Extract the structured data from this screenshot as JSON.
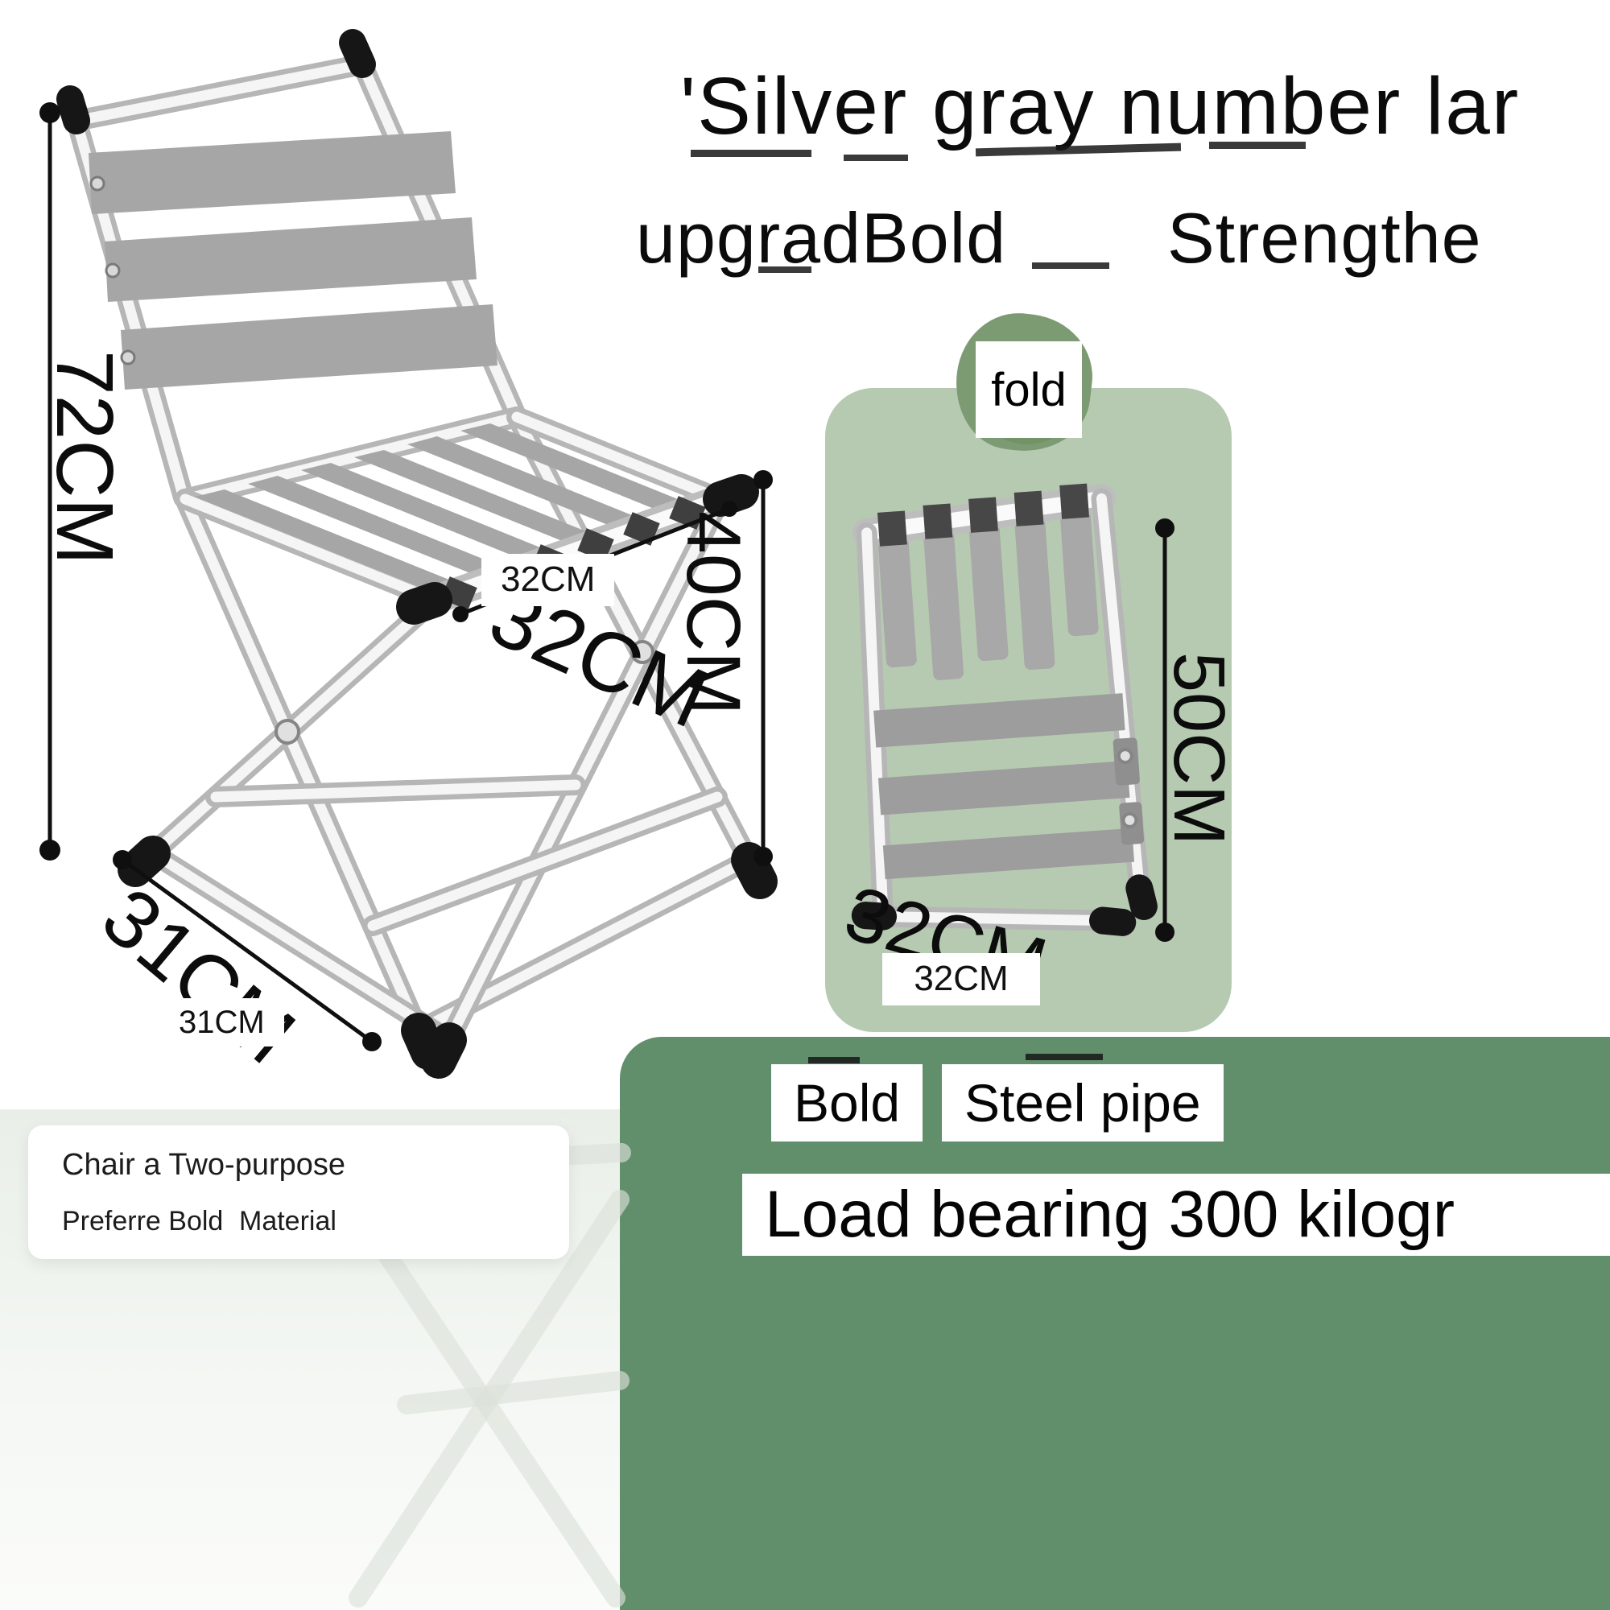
{
  "heading": {
    "line1": "'Silver gray number lar",
    "line2_left": "upgradBold",
    "line2_right": "Strengthe"
  },
  "main_chair": {
    "height": "72CM",
    "width_big": "32CM",
    "width_label": "32CM",
    "seat_height": "40CM",
    "depth_big": "31CM",
    "depth_label": "31CM"
  },
  "folded_chair": {
    "badge": "fold",
    "height": "50CM",
    "width_big": "32CM",
    "width_label": "32CM"
  },
  "specs": {
    "bold": "Bold",
    "pipe": "Steel pipe",
    "load": "Load bearing 300 kilogr"
  },
  "features": {
    "line1": "Chair a Two-purpose",
    "line2a": "Preferre Bold",
    "line2b": "Material"
  },
  "colors": {
    "panel_green": "#618e6b",
    "card_green": "#b6cab1",
    "badge_green": "#7d9b72",
    "strap_gray": "#a6a6a6"
  }
}
